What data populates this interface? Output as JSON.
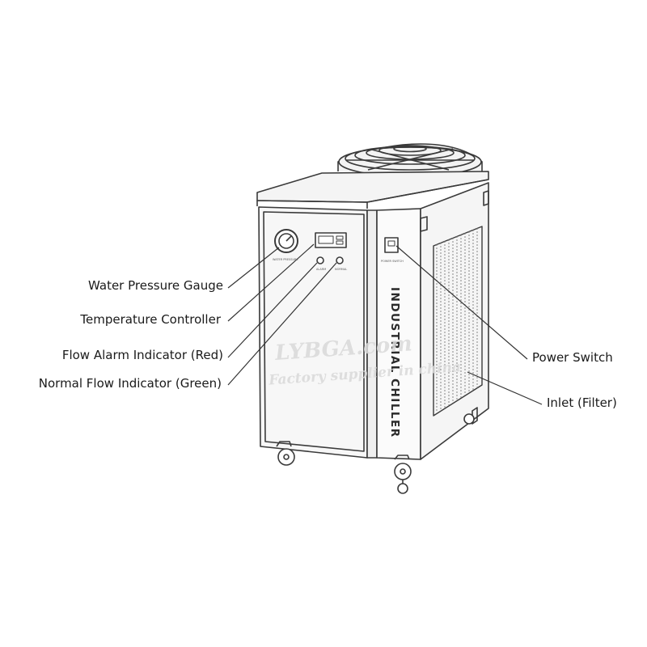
{
  "machine": {
    "side_text": "INDUSTRIAL CHILLER",
    "gauge_caption": "WATER PRESSURE",
    "power_caption": "POWER SWITCH",
    "indicator_left_caption": "ALARM",
    "indicator_right_caption": "NORMAL"
  },
  "callouts": {
    "water_pressure_gauge": "Water Pressure Gauge",
    "temperature_controller": "Temperature Controller",
    "flow_alarm_indicator": "Flow Alarm Indicator (Red)",
    "normal_flow_indicator": "Normal Flow Indicator (Green)",
    "power_switch": "Power Switch",
    "inlet_filter": "Inlet (Filter)"
  },
  "watermark": {
    "brand": "LYBGA.com",
    "tagline": "Factory supplier in china"
  },
  "colors": {
    "line": "#3a3a3a",
    "body_fill": "#f7f7f7",
    "panel_fill": "#fbfbfb",
    "text": "#1a1a1a"
  }
}
